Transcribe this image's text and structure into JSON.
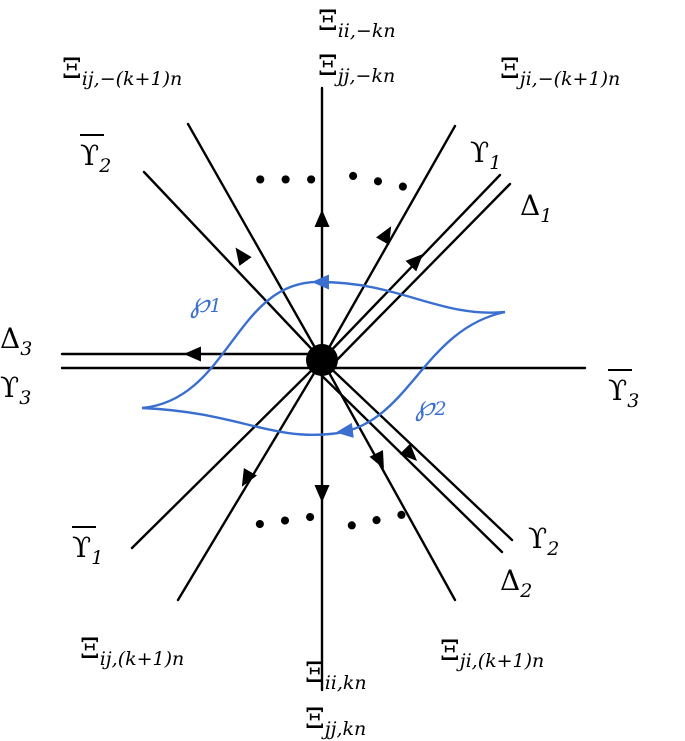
{
  "diagram": {
    "colors": {
      "ink": "#000000",
      "contour": "#3a6fd0"
    },
    "labels": {
      "xi_ii_neg": {
        "main": "Ξ",
        "sub": "ii,−kn"
      },
      "xi_jj_neg": {
        "main": "Ξ",
        "sub": "jj,−kn"
      },
      "xi_ij_neg": {
        "main": "Ξ",
        "sub": "ij,−(k+1)n"
      },
      "xi_ji_neg": {
        "main": "Ξ",
        "sub": "ji,−(k+1)n"
      },
      "upsilon1": {
        "main": "ϒ",
        "sub": "1"
      },
      "delta1": {
        "main": "Δ",
        "sub": "1"
      },
      "upsilon2_bar": {
        "main": "ϒ",
        "sub": "2"
      },
      "delta3": {
        "main": "Δ",
        "sub": "3"
      },
      "upsilon3": {
        "main": "ϒ",
        "sub": "3"
      },
      "upsilon3_bar": {
        "main": "ϒ",
        "sub": "3"
      },
      "upsilon1_bar": {
        "main": "ϒ",
        "sub": "1"
      },
      "upsilon2": {
        "main": "ϒ",
        "sub": "2"
      },
      "delta2": {
        "main": "Δ",
        "sub": "2"
      },
      "xi_ij_pos": {
        "main": "Ξ",
        "sub": "ij,(k+1)n"
      },
      "xi_ji_pos": {
        "main": "Ξ",
        "sub": "ji,(k+1)n"
      },
      "xi_ii_pos": {
        "main": "Ξ",
        "sub": "ii,kn"
      },
      "xi_jj_pos": {
        "main": "Ξ",
        "sub": "jj,kn"
      },
      "rho1": {
        "main": "℘",
        "sub": "1"
      },
      "rho2": {
        "main": "℘",
        "sub": "2"
      },
      "dots": "• • •"
    }
  }
}
